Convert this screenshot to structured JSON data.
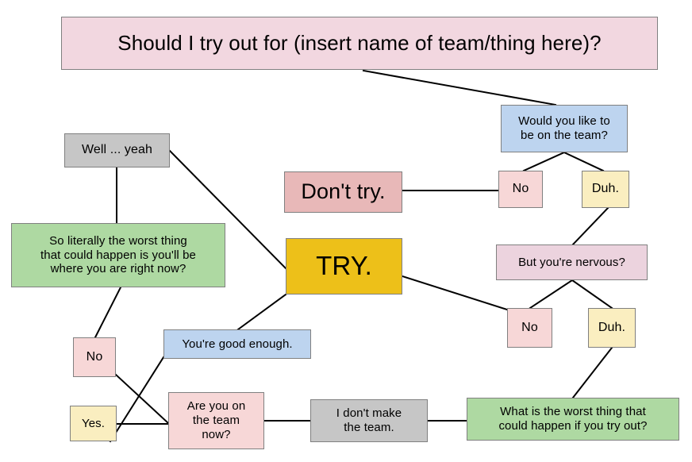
{
  "chart_data": {
    "type": "diagram",
    "diagram_kind": "flowchart",
    "title": "Should I try out for (insert name of team/thing here)?",
    "nodes": [
      {
        "id": "title",
        "label": "Should I try out for (insert name of team/thing here)?",
        "color": "#f2d7e0",
        "shape": "rectangle"
      },
      {
        "id": "q_like_team",
        "label": "Would you like to\nbe on the team?",
        "color": "#bdd4ef",
        "shape": "rectangle"
      },
      {
        "id": "well_yeah",
        "label": "Well ... yeah",
        "color": "#c6c6c6",
        "shape": "rectangle"
      },
      {
        "id": "no_1",
        "label": "No",
        "color": "#f7d7d7",
        "shape": "rectangle"
      },
      {
        "id": "duh_1",
        "label": "Duh.",
        "color": "#faeec0",
        "shape": "rectangle"
      },
      {
        "id": "dont_try",
        "label": "Don't try.",
        "color": "#e8b8b8",
        "shape": "rectangle"
      },
      {
        "id": "worst_left",
        "label": "So literally the worst thing\nthat could happen is you'll be\nwhere you are right now?",
        "color": "#aed9a2",
        "shape": "rectangle"
      },
      {
        "id": "try",
        "label": "TRY.",
        "color": "#edc019",
        "shape": "rectangle"
      },
      {
        "id": "nervous",
        "label": "But you're nervous?",
        "color": "#ecd3de",
        "shape": "rectangle"
      },
      {
        "id": "no_2",
        "label": "No",
        "color": "#f7d7d7",
        "shape": "rectangle"
      },
      {
        "id": "duh_2",
        "label": "Duh.",
        "color": "#faeec0",
        "shape": "rectangle"
      },
      {
        "id": "no_3",
        "label": "No",
        "color": "#f7d7d7",
        "shape": "rectangle"
      },
      {
        "id": "good_enough",
        "label": "You're good enough.",
        "color": "#bdd4ef",
        "shape": "rectangle"
      },
      {
        "id": "yes",
        "label": "Yes.",
        "color": "#faeec0",
        "shape": "rectangle"
      },
      {
        "id": "are_you_on",
        "label": "Are you on\nthe team\nnow?",
        "color": "#f7d7d7",
        "shape": "rectangle"
      },
      {
        "id": "dont_make",
        "label": "I don't make\nthe team.",
        "color": "#c6c6c6",
        "shape": "rectangle"
      },
      {
        "id": "worst_right",
        "label": "What is the worst thing that\ncould happen if you try out?",
        "color": "#aed9a2",
        "shape": "rectangle"
      }
    ],
    "edges": [
      {
        "from": "title",
        "to": "q_like_team"
      },
      {
        "from": "q_like_team",
        "to": "no_1"
      },
      {
        "from": "q_like_team",
        "to": "duh_1"
      },
      {
        "from": "no_1",
        "to": "dont_try"
      },
      {
        "from": "duh_1",
        "to": "nervous"
      },
      {
        "from": "nervous",
        "to": "no_2"
      },
      {
        "from": "nervous",
        "to": "duh_2"
      },
      {
        "from": "no_2",
        "to": "try"
      },
      {
        "from": "duh_2",
        "to": "worst_right"
      },
      {
        "from": "worst_right",
        "to": "dont_make"
      },
      {
        "from": "dont_make",
        "to": "are_you_on"
      },
      {
        "from": "are_you_on",
        "to": "yes"
      },
      {
        "from": "are_you_on",
        "to": "no_3"
      },
      {
        "from": "yes",
        "to": "good_enough"
      },
      {
        "from": "no_3",
        "to": "worst_left"
      },
      {
        "from": "good_enough",
        "to": "try"
      },
      {
        "from": "worst_left",
        "to": "well_yeah"
      },
      {
        "from": "well_yeah",
        "to": "try"
      }
    ],
    "edge_style": {
      "stroke": "#000000",
      "width": 2,
      "arrowheads": false
    },
    "background": "#ffffff"
  },
  "nodes": {
    "title": {
      "text": "Should I try out for (insert name of team/thing here)?"
    },
    "q_like_team": {
      "text": "Would you like to\nbe on the team?"
    },
    "well_yeah": {
      "text": "Well ... yeah"
    },
    "no_1": {
      "text": "No"
    },
    "duh_1": {
      "text": "Duh."
    },
    "dont_try": {
      "text": "Don't try."
    },
    "worst_left": {
      "text": "So literally the worst thing\nthat could happen is you'll be\nwhere you are right now?"
    },
    "try": {
      "text": "TRY."
    },
    "nervous": {
      "text": "But you're nervous?"
    },
    "no_2": {
      "text": "No"
    },
    "duh_2": {
      "text": "Duh."
    },
    "no_3": {
      "text": "No"
    },
    "good_enough": {
      "text": "You're good enough."
    },
    "yes": {
      "text": "Yes."
    },
    "are_you_on": {
      "text": "Are you on\nthe team\nnow?"
    },
    "dont_make": {
      "text": "I don't make\nthe team."
    },
    "worst_right": {
      "text": "What is the worst thing that\ncould happen if you try out?"
    }
  }
}
